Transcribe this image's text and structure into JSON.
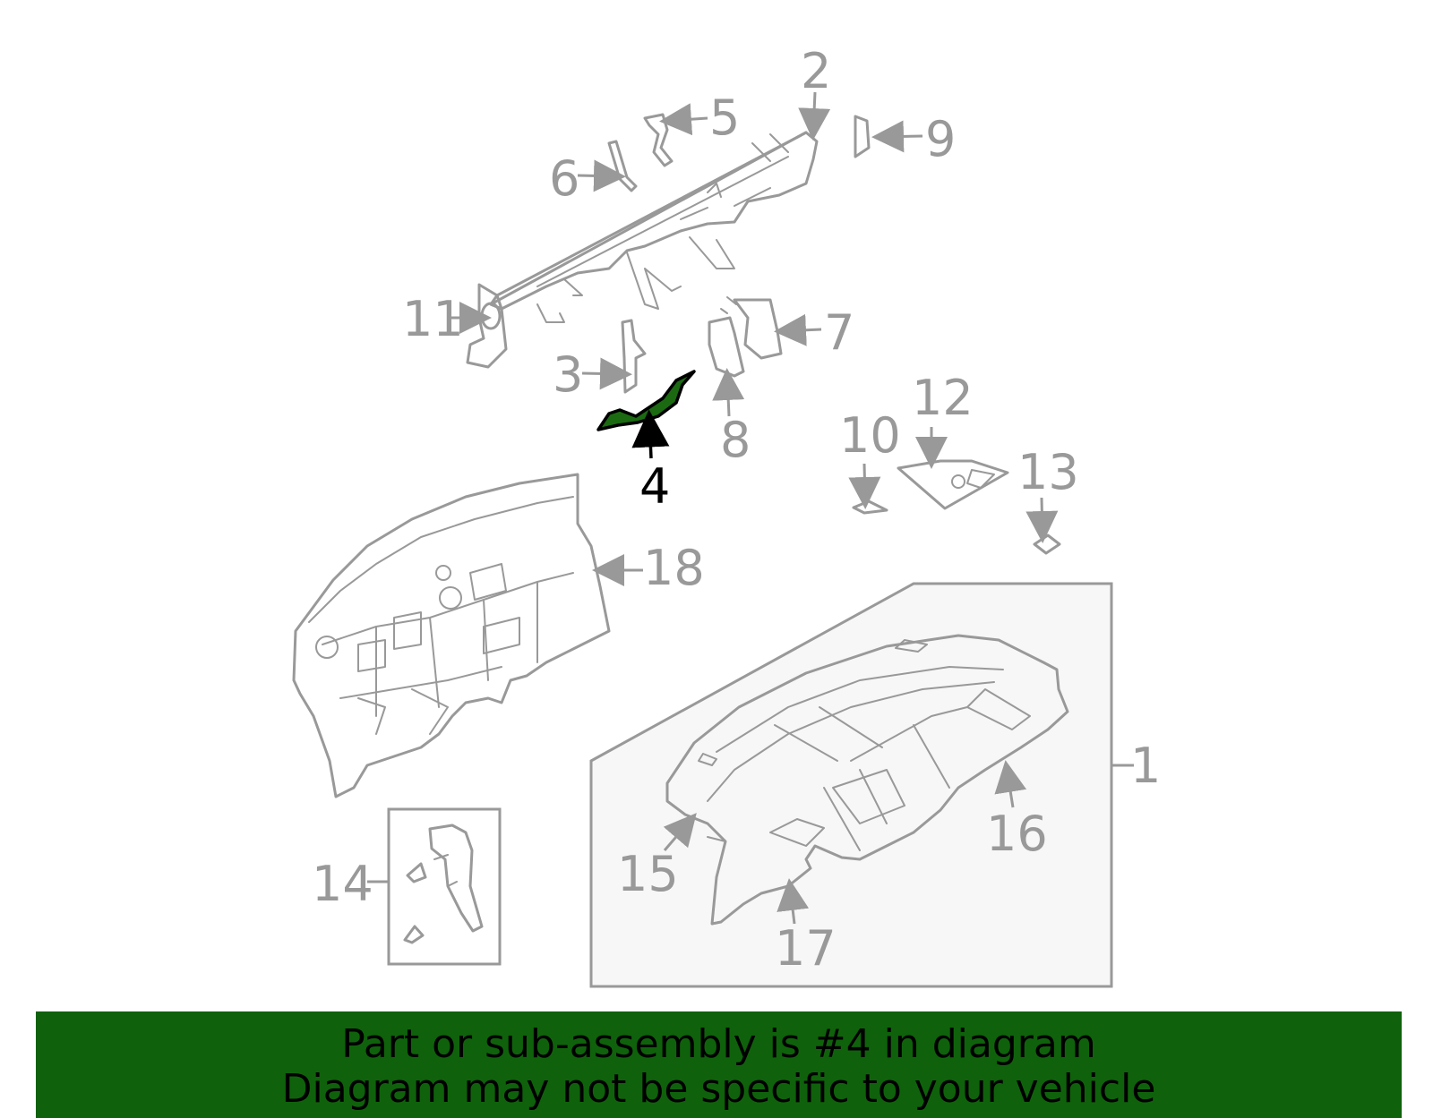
{
  "diagram": {
    "highlight_color": "#1b6a12",
    "callouts": [
      {
        "id": "c1",
        "label": "1"
      },
      {
        "id": "c2",
        "label": "2"
      },
      {
        "id": "c3",
        "label": "3"
      },
      {
        "id": "c4",
        "label": "4"
      },
      {
        "id": "c5",
        "label": "5"
      },
      {
        "id": "c6",
        "label": "6"
      },
      {
        "id": "c7",
        "label": "7"
      },
      {
        "id": "c8",
        "label": "8"
      },
      {
        "id": "c9",
        "label": "9"
      },
      {
        "id": "c10",
        "label": "10"
      },
      {
        "id": "c11",
        "label": "11"
      },
      {
        "id": "c12",
        "label": "12"
      },
      {
        "id": "c13",
        "label": "13"
      },
      {
        "id": "c14",
        "label": "14"
      },
      {
        "id": "c15",
        "label": "15"
      },
      {
        "id": "c16",
        "label": "16"
      },
      {
        "id": "c17",
        "label": "17"
      },
      {
        "id": "c18",
        "label": "18"
      }
    ]
  },
  "banner": {
    "line1": "Part or sub-assembly is #4 in diagram",
    "line2": "Diagram may not be specific to your vehicle",
    "background": "#0f620b"
  }
}
